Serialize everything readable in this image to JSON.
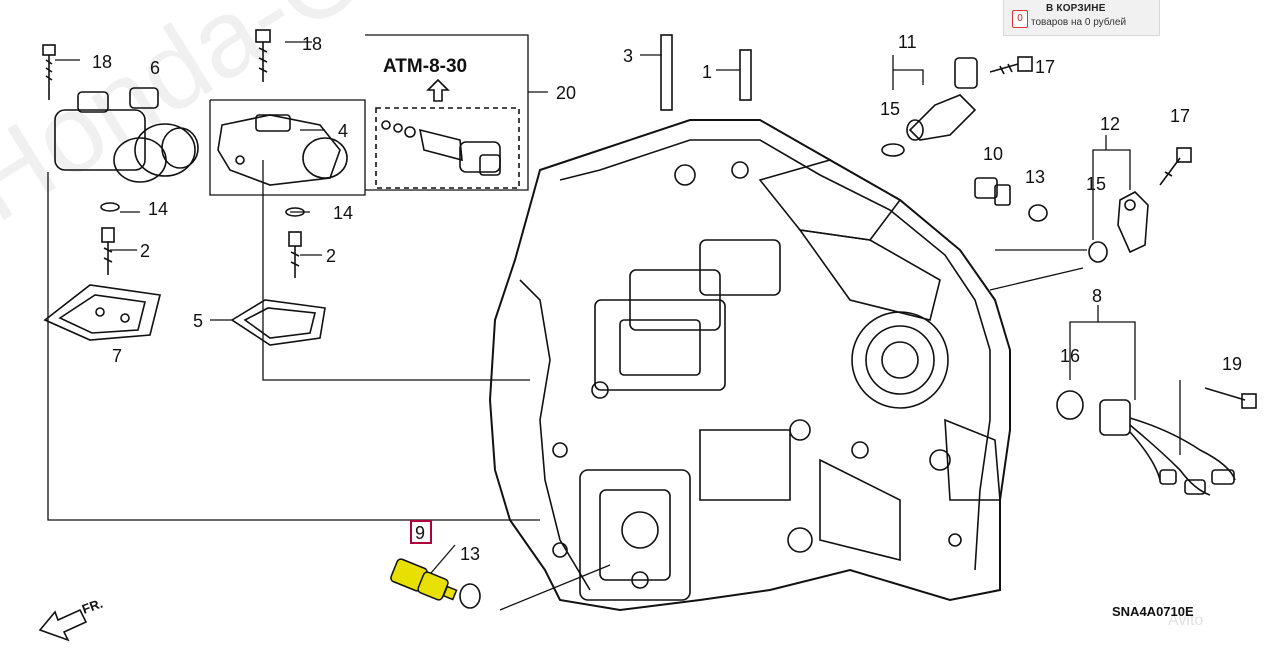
{
  "watermark": "Honda-Online.ru",
  "cart": {
    "title": "В КОРЗИНЕ",
    "count": "0",
    "summary": "товаров на 0 рублей"
  },
  "diagram": {
    "reference_label": "ATM-8-30",
    "direction_label": "FR.",
    "code": "SNA4A0710E",
    "highlight_color": "#e8e000",
    "callouts": {
      "c1": "1",
      "c2a": "2",
      "c2b": "2",
      "c3": "3",
      "c4": "4",
      "c5": "5",
      "c6": "6",
      "c7": "7",
      "c8": "8",
      "c9": "9",
      "c10": "10",
      "c11": "11",
      "c12": "12",
      "c13a": "13",
      "c13b": "13",
      "c14a": "14",
      "c14b": "14",
      "c15a": "15",
      "c15b": "15",
      "c16": "16",
      "c17a": "17",
      "c17b": "17",
      "c18a": "18",
      "c18b": "18",
      "c19": "19",
      "c20": "20"
    }
  },
  "avito_mark": "Avito"
}
